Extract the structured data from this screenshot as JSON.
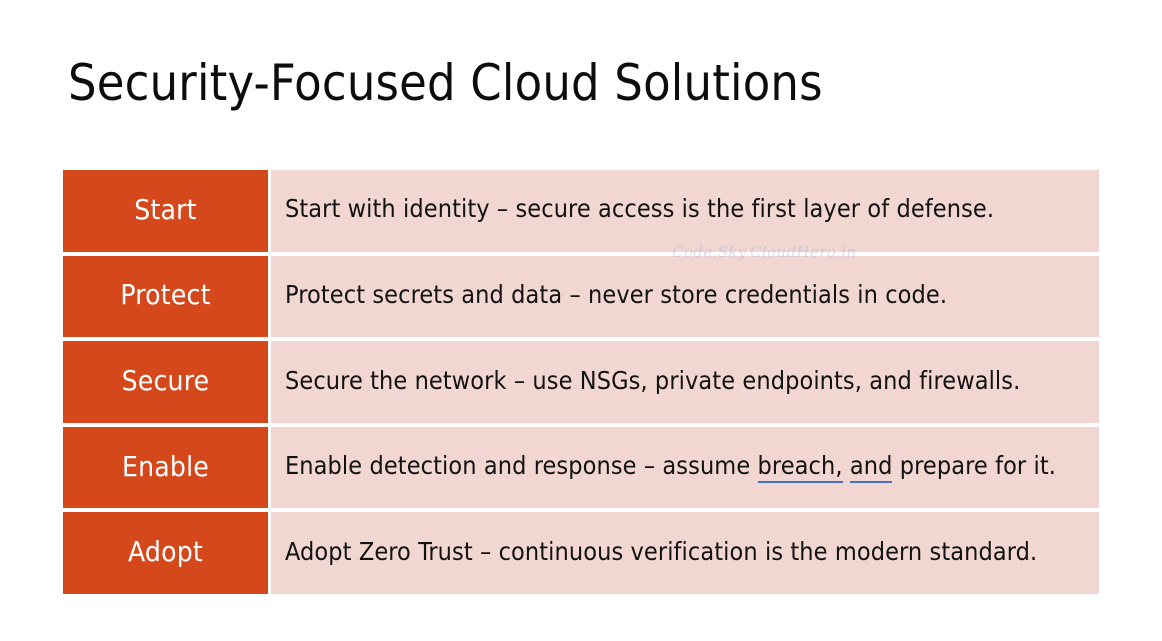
{
  "slide": {
    "title": "Security-Focused Cloud Solutions",
    "watermark": "Code.Sky.CloudHero.in",
    "colors": {
      "background": "#ffffff",
      "label_cell": "#d4481b",
      "description_cell": "#f2d6d2",
      "label_text": "#ffffff",
      "description_text": "#121212",
      "title_text": "#0d0d0d",
      "suggestion_underline": "#4472c4"
    }
  },
  "table": {
    "rows": [
      {
        "label": "Start",
        "description_before": "Start with identity – secure access is the first layer of defense.",
        "flagged_a": "",
        "description_mid": "",
        "flagged_b": "",
        "description_after": ""
      },
      {
        "label": "Protect",
        "description_before": "Protect secrets and data – never store credentials in code.",
        "flagged_a": "",
        "description_mid": "",
        "flagged_b": "",
        "description_after": ""
      },
      {
        "label": "Secure",
        "description_before": "Secure the network – use NSGs, private endpoints, and firewalls.",
        "flagged_a": "",
        "description_mid": "",
        "flagged_b": "",
        "description_after": ""
      },
      {
        "label": "Enable",
        "description_before": "Enable detection and response – assume ",
        "flagged_a": "breach,",
        "description_mid": " ",
        "flagged_b": "and",
        "description_after": " prepare for it."
      },
      {
        "label": "Adopt",
        "description_before": "Adopt Zero Trust – continuous verification is the modern standard.",
        "flagged_a": "",
        "description_mid": "",
        "flagged_b": "",
        "description_after": ""
      }
    ]
  }
}
